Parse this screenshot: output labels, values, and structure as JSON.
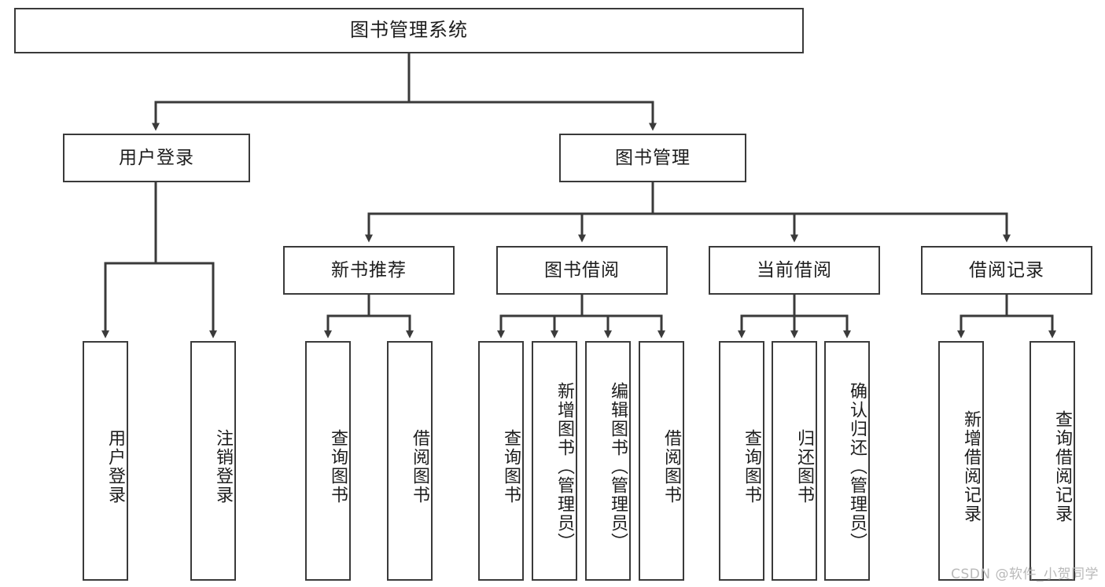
{
  "diagram": {
    "title": "图书管理系统",
    "type": "tree",
    "watermark": "CSDN @软件_小贺同学",
    "colors": {
      "box_border": "#3a3a3a",
      "box_fill": "#ffffff",
      "edge": "#3a3a3a",
      "text": "#1d1d1d",
      "watermark": "#b9b9b9",
      "background": "#ffffff"
    },
    "root": {
      "label": "图书管理系统"
    },
    "level2": [
      {
        "label": "用户登录"
      },
      {
        "label": "图书管理"
      }
    ],
    "level3": [
      {
        "label": "新书推荐"
      },
      {
        "label": "图书借阅"
      },
      {
        "label": "当前借阅"
      },
      {
        "label": "借阅记录"
      }
    ],
    "leaves": {
      "user_login": [
        {
          "label": "用户登录"
        },
        {
          "label": "注销登录"
        }
      ],
      "new_book_recommend": [
        {
          "label": "查询图书"
        },
        {
          "label": "借阅图书"
        }
      ],
      "book_borrow": [
        {
          "label": "查询图书"
        },
        {
          "label": "新增图书（管理员）"
        },
        {
          "label": "编辑图书（管理员）"
        },
        {
          "label": "借阅图书"
        }
      ],
      "current_borrow": [
        {
          "label": "查询图书"
        },
        {
          "label": "归还图书"
        },
        {
          "label": "确认归还（管理员）"
        }
      ],
      "borrow_record": [
        {
          "label": "新增借阅记录"
        },
        {
          "label": "查询借阅记录"
        }
      ]
    }
  }
}
